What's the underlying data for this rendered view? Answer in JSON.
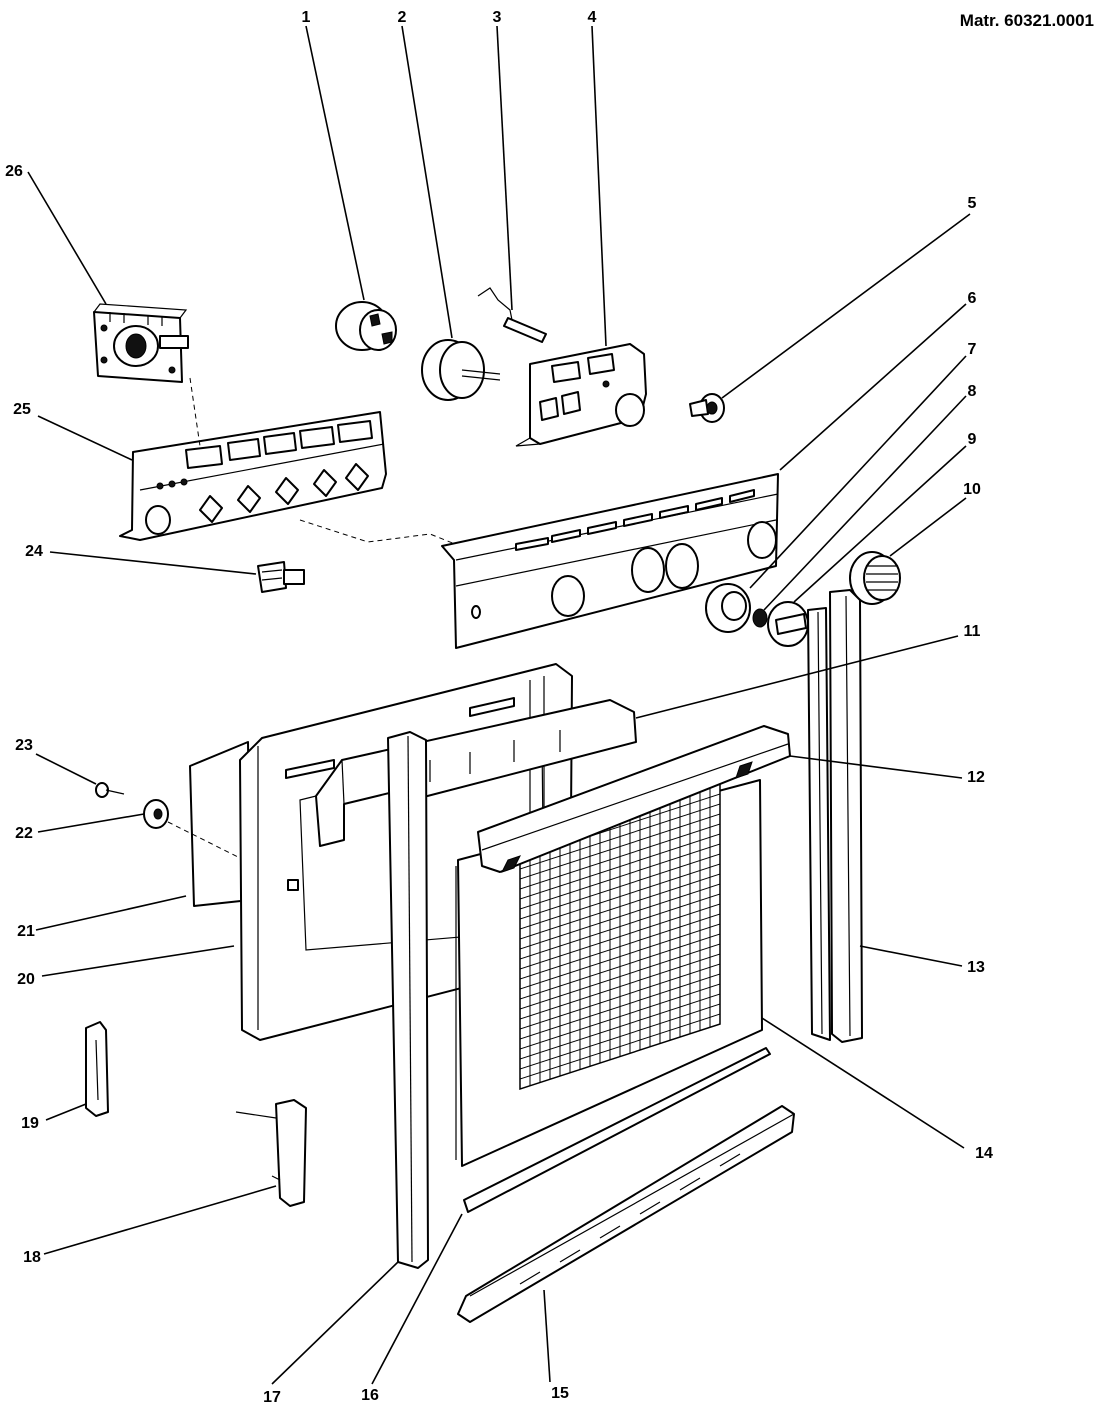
{
  "header": {
    "material_code": "Matr. 60321.0001"
  },
  "parts": [
    {
      "ref": "1",
      "icon": "thermostat-knob-base-icon"
    },
    {
      "ref": "2",
      "icon": "motor-timer-icon"
    },
    {
      "ref": "3",
      "icon": "thermostat-probe-icon"
    },
    {
      "ref": "4",
      "icon": "switch-bracket-icon"
    },
    {
      "ref": "5",
      "icon": "lamp-holder-icon"
    },
    {
      "ref": "6",
      "icon": "control-panel-icon"
    },
    {
      "ref": "7",
      "icon": "knob-bezel-icon"
    },
    {
      "ref": "8",
      "icon": "knob-spring-icon"
    },
    {
      "ref": "9",
      "icon": "control-knob-icon"
    },
    {
      "ref": "10",
      "icon": "vent-grille-icon"
    },
    {
      "ref": "11",
      "icon": "inner-door-panel-icon"
    },
    {
      "ref": "12",
      "icon": "door-handle-icon"
    },
    {
      "ref": "13",
      "icon": "side-profile-right-icon"
    },
    {
      "ref": "14",
      "icon": "door-glass-icon"
    },
    {
      "ref": "15",
      "icon": "bottom-vent-profile-icon"
    },
    {
      "ref": "16",
      "icon": "glass-seal-strip-icon"
    },
    {
      "ref": "17",
      "icon": "side-profile-left-icon"
    },
    {
      "ref": "18",
      "icon": "door-hinge-icon"
    },
    {
      "ref": "19",
      "icon": "hinge-bracket-icon"
    },
    {
      "ref": "20",
      "icon": "door-frame-icon"
    },
    {
      "ref": "21",
      "icon": "insulation-panel-icon"
    },
    {
      "ref": "22",
      "icon": "washer-icon"
    },
    {
      "ref": "23",
      "icon": "screw-icon"
    },
    {
      "ref": "24",
      "icon": "push-switch-icon"
    },
    {
      "ref": "25",
      "icon": "switch-panel-icon"
    },
    {
      "ref": "26",
      "icon": "selector-switch-icon"
    }
  ]
}
